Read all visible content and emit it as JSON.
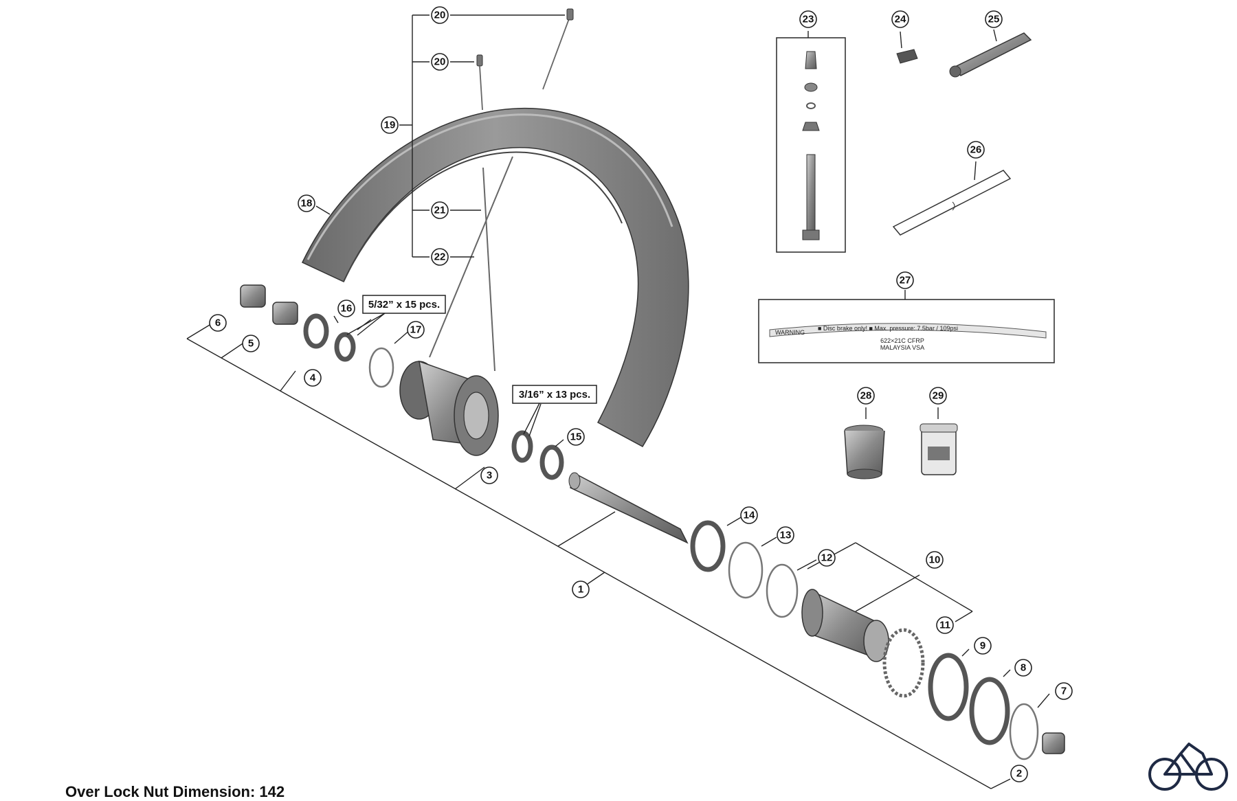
{
  "callouts": [
    "1",
    "2",
    "3",
    "4",
    "5",
    "6",
    "7",
    "8",
    "9",
    "10",
    "11",
    "12",
    "13",
    "14",
    "15",
    "16",
    "17",
    "18",
    "19",
    "20",
    "20",
    "21",
    "22",
    "23",
    "24",
    "25",
    "26",
    "27",
    "28",
    "29"
  ],
  "qty_labels": {
    "bearing_left": "5/32” x 15 pcs.",
    "bearing_right": "3/16” x 13 pcs."
  },
  "rim_label": {
    "warning": "WARNING",
    "line1": "■ Disc brake only! ■ Max. pressure: 7.5bar / 109psi",
    "size": "622×21C  CFRP",
    "origin": "MALAYSIA  VSA"
  },
  "footer_text": "Over Lock Nut Dimension: 142",
  "icons": {
    "logo": "bicycle-icon"
  }
}
